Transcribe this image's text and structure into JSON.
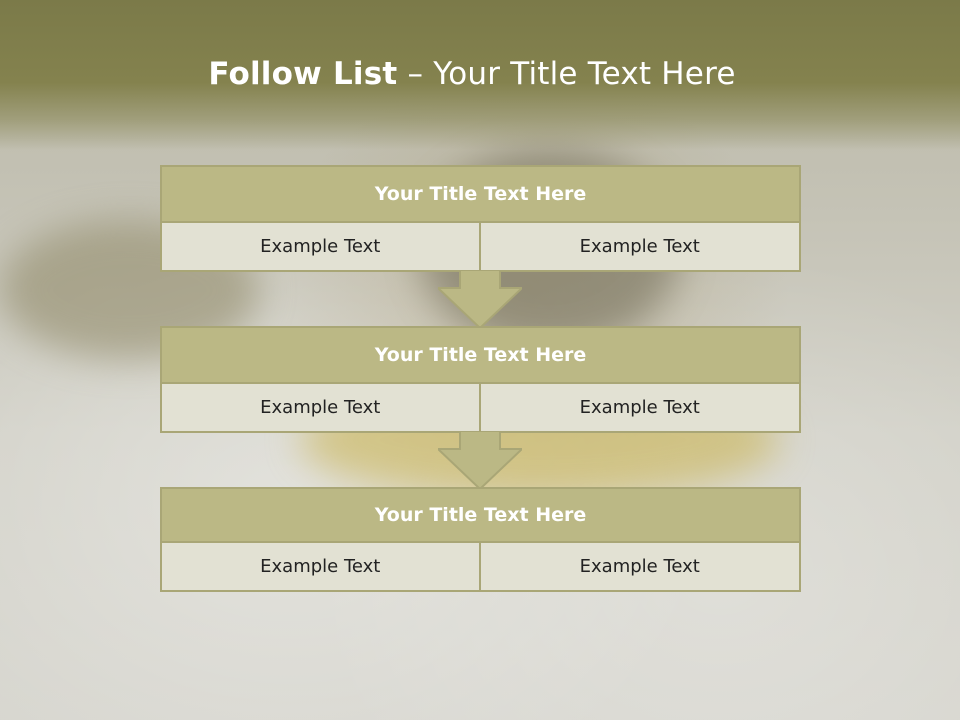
{
  "slide": {
    "title_bold": "Follow List",
    "title_rest": " – Your Title Text Here"
  },
  "blocks": [
    {
      "title": "Your Title Text Here",
      "cells": [
        "Example Text",
        "Example Text"
      ]
    },
    {
      "title": "Your Title Text Here",
      "cells": [
        "Example Text",
        "Example Text"
      ]
    },
    {
      "title": "Your Title Text Here",
      "cells": [
        "Example Text",
        "Example Text"
      ]
    }
  ],
  "colors": {
    "header": "#7b7a49",
    "block_title": "#bbb885",
    "cell_fill": "#e2e1d3",
    "border": "#a9a676",
    "arrow": "#bbb885"
  }
}
